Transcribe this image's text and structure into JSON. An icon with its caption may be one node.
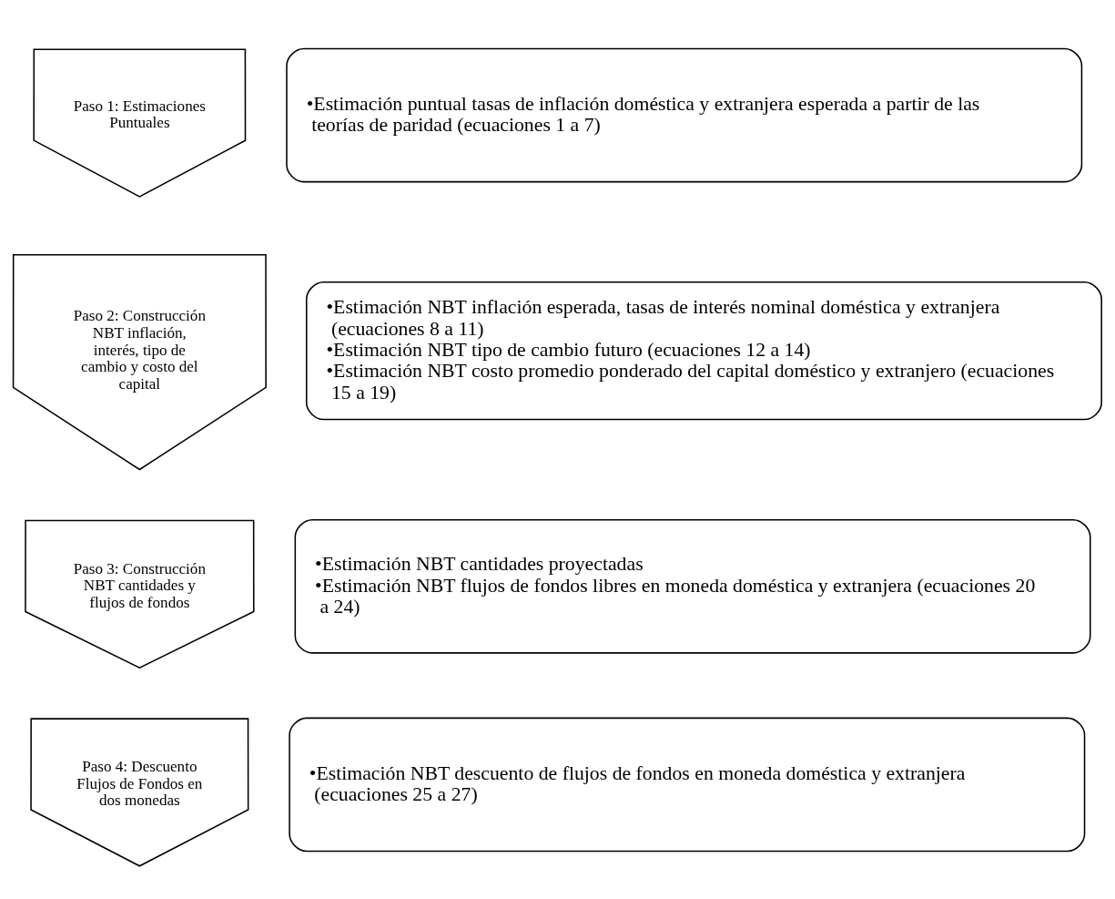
{
  "diagram": {
    "nodes": [
      {
        "text": [
          "Paso 1: Estimaciones Puntuales"
        ]
      },
      {
        "text": [
          "•Estimación puntual tasas de inflación doméstica y extranjera esperada a partir de las teorías de paridad (ecuaciones 1 a 7)"
        ]
      },
      {
        "text": [
          "Paso 2: Construcción NBT inflación, interés, tipo de cambio y costo del capital"
        ]
      },
      {
        "text": [
          "•Estimación NBT inflación esperada, tasas de interés nominal doméstica y extranjera (ecuaciones 8 a 11)",
          "•Estimación NBT tipo de cambio futuro (ecuaciones 12 a 14)",
          "•Estimación NBT costo promedio ponderado del capital doméstico y extranjero (ecuaciones 15 a 19)"
        ]
      },
      {
        "text": [
          "Paso 3: Construcción NBT cantidades y flujos de fondos"
        ]
      },
      {
        "text": [
          "•Estimación NBT cantidades proyectadas",
          "•Estimación NBT flujos de fondos libres en moneda doméstica y extranjera (ecuaciones 20 a 24)"
        ]
      },
      {
        "text": [
          "Paso 4: Descuento Flujos de Fondos en dos monedas"
        ]
      },
      {
        "text": [
          "•Estimación NBT descuento de flujos de fondos en moneda doméstica y extranjera (ecuaciones 25 a 27)"
        ]
      }
    ]
  }
}
